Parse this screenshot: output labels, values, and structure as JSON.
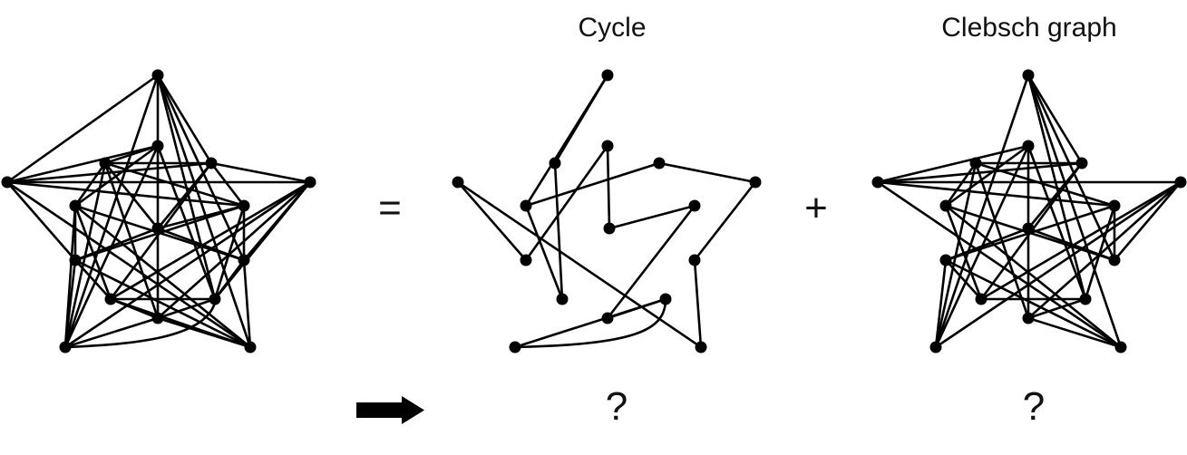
{
  "labels": {
    "cycle_title": "Cycle",
    "clebsch_title": "Clebsch graph",
    "equals": "=",
    "plus": "+",
    "question_1": "?",
    "question_2": "?"
  },
  "colors": {
    "ink": "#000000",
    "background": "#ffffff"
  },
  "icons": {
    "arrow": "right-arrow-icon"
  },
  "graphs": [
    {
      "name": "combined-graph",
      "vertex_count": 16
    },
    {
      "name": "cycle-graph",
      "vertex_count": 16
    },
    {
      "name": "clebsch-graph",
      "vertex_count": 16
    }
  ]
}
